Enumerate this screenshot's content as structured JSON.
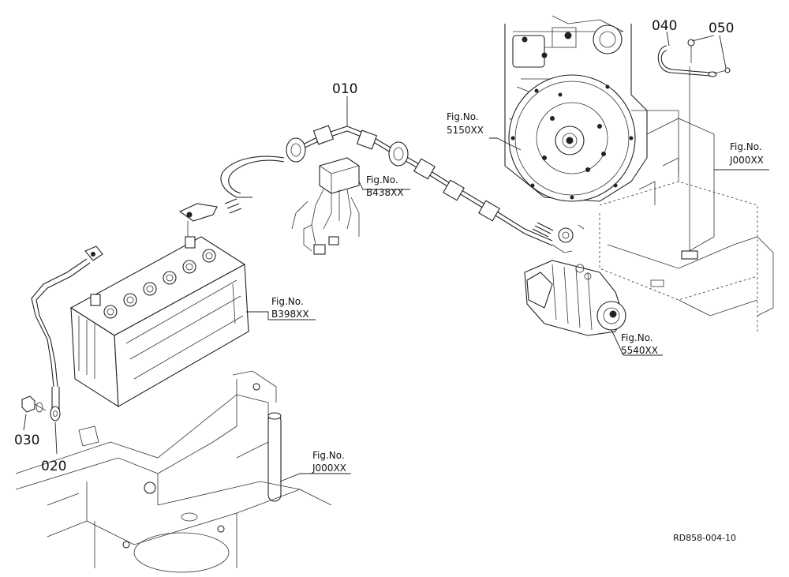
{
  "parts": [
    {
      "id": "p010",
      "number": "010"
    },
    {
      "id": "p020",
      "number": "020"
    },
    {
      "id": "p030",
      "number": "030"
    },
    {
      "id": "p040",
      "number": "040"
    },
    {
      "id": "p050",
      "number": "050"
    }
  ],
  "figure_refs": [
    {
      "id": "battery",
      "label": "Fig.No.",
      "code": "B398XX"
    },
    {
      "id": "relay",
      "label": "Fig.No.",
      "code": "B438XX"
    },
    {
      "id": "flywheel",
      "label": "Fig.No.",
      "code": "5150XX"
    },
    {
      "id": "frame-right",
      "label": "Fig.No.",
      "code": "J000XX"
    },
    {
      "id": "starter",
      "label": "Fig.No.",
      "code": "5540XX"
    },
    {
      "id": "frame-bottom",
      "label": "Fig.No.",
      "code": "J000XX"
    }
  ],
  "drawing_code": "RD858-004-10"
}
